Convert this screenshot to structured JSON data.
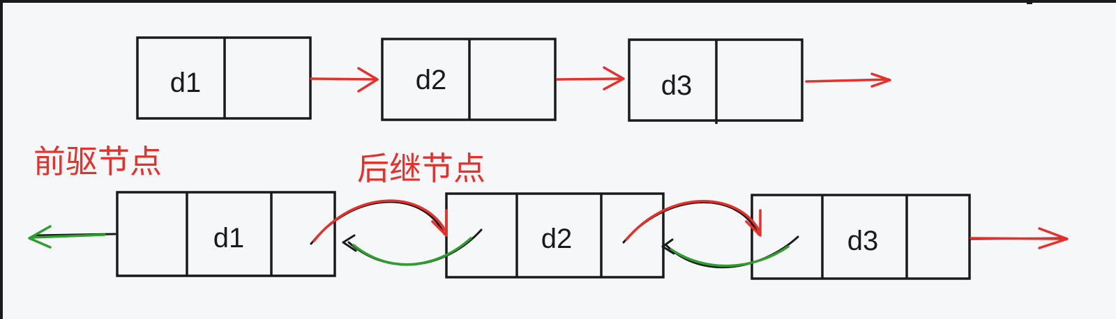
{
  "singly_linked_list": {
    "nodes": [
      {
        "label": "d1"
      },
      {
        "label": "d2"
      },
      {
        "label": "d3"
      }
    ]
  },
  "doubly_linked_list": {
    "predecessor_label": "前驱节点",
    "successor_label": "后继节点",
    "nodes": [
      {
        "label": "d1"
      },
      {
        "label": "d2"
      },
      {
        "label": "d3"
      }
    ]
  },
  "colors": {
    "next_pointer": "#e8302a",
    "prev_pointer": "#2e9e2e",
    "label": "#e8302a",
    "box": "#1a1a1a",
    "background": "#f6f7f9"
  }
}
